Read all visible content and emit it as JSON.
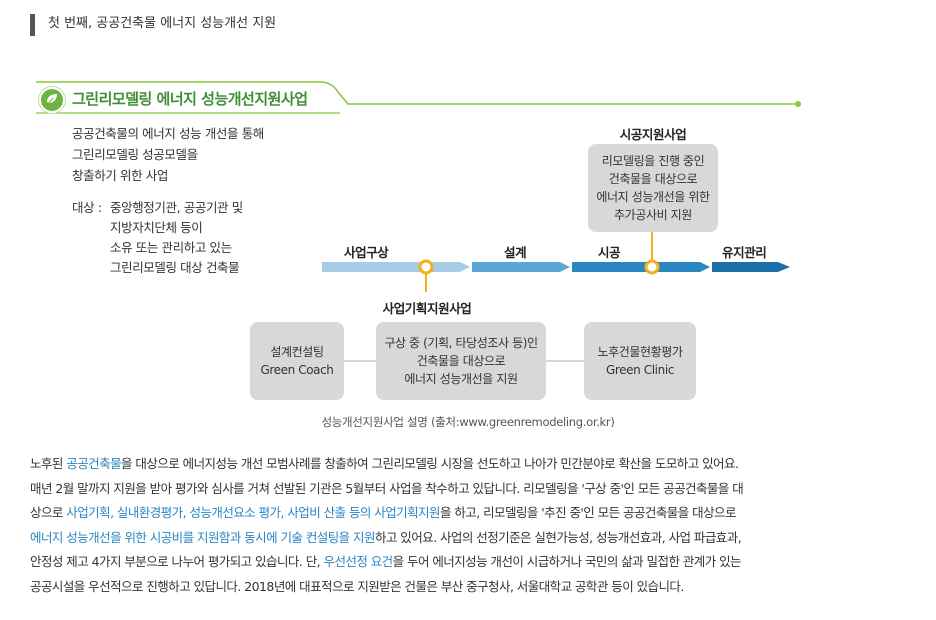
{
  "section": {
    "title": "첫 번째, 공공건축물 에너지 성능개선 지원"
  },
  "program": {
    "name": "그린리모델링 에너지 성능개선지원사업",
    "description": [
      "공공건축물의 에너지 성능 개선을 통해",
      "그린리모델링 성공모델을",
      "창출하기 위한 사업"
    ],
    "target_label": "대상 :",
    "target_lines": [
      "중앙행정기관, 공공기관 및",
      "지방자치단체 등이",
      "소유 또는 관리하고 있는",
      "그린리모델링 대상 건축물"
    ]
  },
  "construction_support": {
    "title": "시공지원사업",
    "lines": [
      "리모델링을 진행 중인",
      "건축물을 대상으로",
      "에너지 성능개선을 위한",
      "추가공사비 지원"
    ]
  },
  "stages": [
    "사업구상",
    "설계",
    "시공",
    "유지관리"
  ],
  "planning_support": {
    "title": "사업기획지원사업",
    "left_box": [
      "설계컨설팅",
      "Green Coach"
    ],
    "center_box": [
      "구상 중 (기획, 타당성조사 등)인",
      "건축물을 대상으로",
      "에너지 성능개선을 지원"
    ],
    "right_box": [
      "노후건물현황평가",
      "Green Clinic"
    ]
  },
  "caption": "성능개선지원사업 설명 (출처:www.greenremodeling.or.kr)",
  "body": {
    "line1_a": "노후된 ",
    "line1_hl": "공공건축물",
    "line1_b": "을 대상으로 에너지성능 개선 모범사례를 창출하여 그린리모델링 시장을 선도하고 나아가 민간분야로 확산을 도모하고 있어요.",
    "line2": "매년 2월 말까지 지원을 받아 평가와 심사를 거쳐 선발된 기관은 5월부터 사업을 착수하고 있답니다. 리모델링을 '구상 중'인 모든 공공건축물을 대",
    "line3_a": "상으로 ",
    "line3_hl": "사업기획, 실내환경평가, 성능개선요소 평가, 사업비 산출 등의 사업기획지원",
    "line3_b": "을 하고, 리모델링을 '추진 중'인 모든 공공건축물을 대상으로",
    "line4_hl": "에너지 성능개선을 위한 시공비를 지원함과 동시에 기술 컨설팅을 지원",
    "line4_b": "하고 있어요. 사업의 선정기준은 실현가능성, 성능개선효과, 사업 파급효과,",
    "line5_a": "안정성 제고 4가지 부분으로 나누어 평가되고 있습니다. 단, ",
    "line5_hl": "우선선정 요건",
    "line5_b": "을 두어 에너지성능 개선이 시급하거나 국민의 삶과 밀접한 관계가 있는",
    "line6": "공공시설을 우선적으로 진행하고 있답니다. 2018년에 대표적으로 지원받은 건물은 부산 중구청사, 서울대학교 공학관 등이 있습니다."
  },
  "colors": {
    "green": "#3f8f35",
    "lime": "#8cc63f",
    "blue": "#2a86c2",
    "box": "#d8d8d8",
    "gold": "#f2b01e"
  }
}
